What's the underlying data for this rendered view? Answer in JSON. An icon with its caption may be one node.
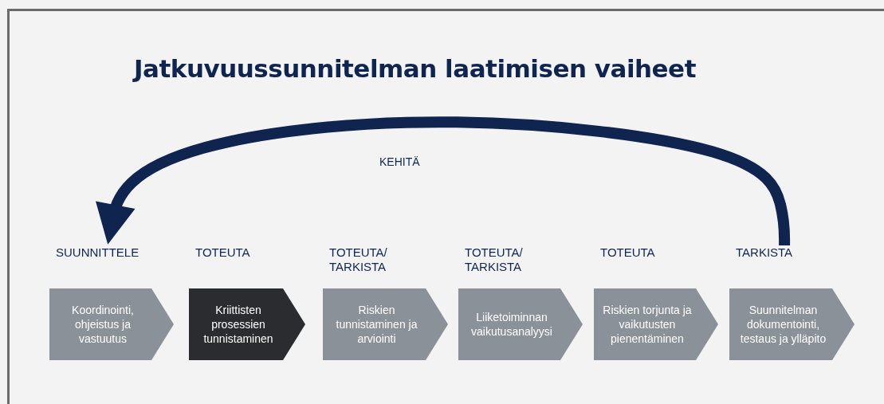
{
  "diagram": {
    "title": "Jatkuvuussunnitelman laatimisen vaiheet",
    "nodes": [
      {
        "text": [
          "SUUNNITTELE",
          "Koordinointi, ohjeistus ja vastuutus"
        ]
      },
      {
        "text": [
          "TOTEUTA",
          "Kriittisten prosessien tunnistaminen"
        ]
      },
      {
        "text": [
          "TOTEUTA/ TARKISTA",
          "Riskien tunnistaminen ja arviointi"
        ]
      },
      {
        "text": [
          "TOTEUTA/ TARKISTA",
          "Liiketoiminnan vaikutusanalyysi"
        ]
      },
      {
        "text": [
          "TOTEUTA",
          "Riskien torjunta ja vaikutusten pienentäminen"
        ]
      },
      {
        "text": [
          "TARKISTA",
          "Suunnitelman dokumentointi, testaus ja ylläpito"
        ]
      }
    ],
    "edges": [
      {
        "from": 5,
        "to": 0,
        "arrow": "to",
        "label": "KEHITÄ"
      }
    ]
  }
}
